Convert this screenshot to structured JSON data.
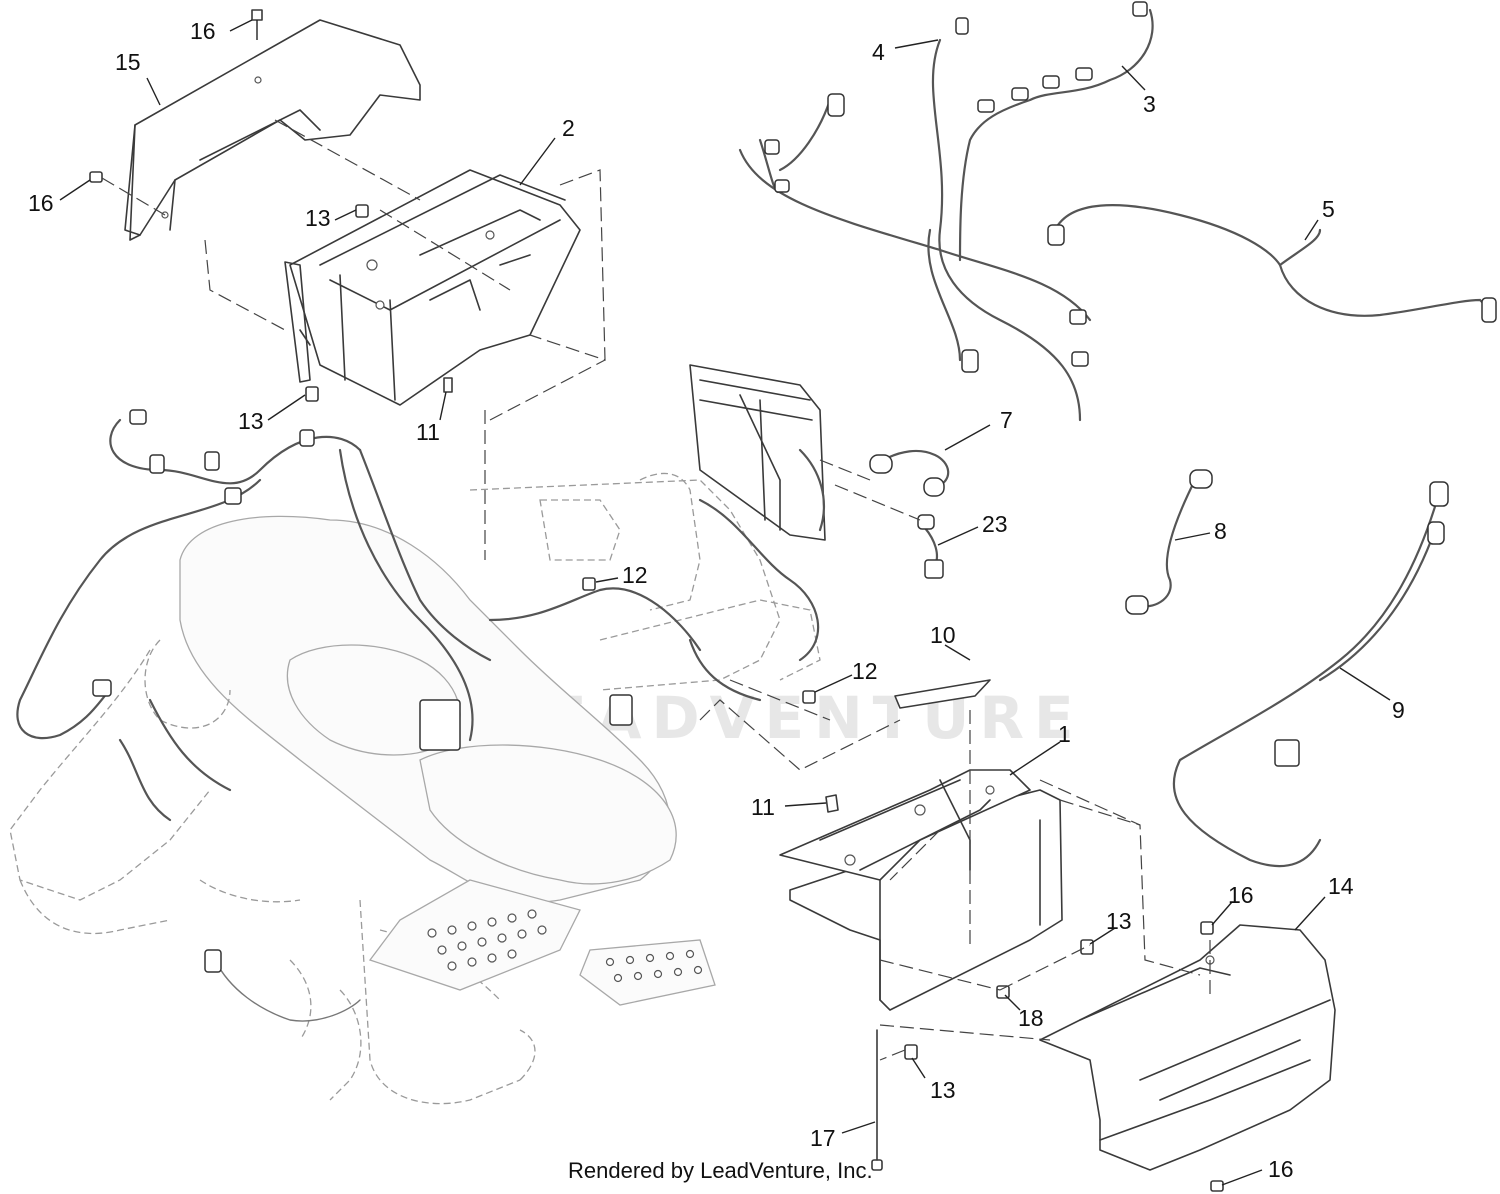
{
  "footer": {
    "credit": "Rendered by LeadVenture, Inc."
  },
  "watermark": {
    "text": "LEADVENTURE"
  },
  "callouts": {
    "c1": "1",
    "c2": "2",
    "c3": "3",
    "c4": "4",
    "c5": "5",
    "c7": "7",
    "c8": "8",
    "c9": "9",
    "c10": "10",
    "c11a": "11",
    "c11b": "11",
    "c12a": "12",
    "c12b": "12",
    "c13a": "13",
    "c13b": "13",
    "c13c": "13",
    "c13d": "13",
    "c14": "14",
    "c15": "15",
    "c16a": "16",
    "c16b": "16",
    "c16c": "16",
    "c16d": "16",
    "c17": "17",
    "c18": "18",
    "c23": "23"
  }
}
